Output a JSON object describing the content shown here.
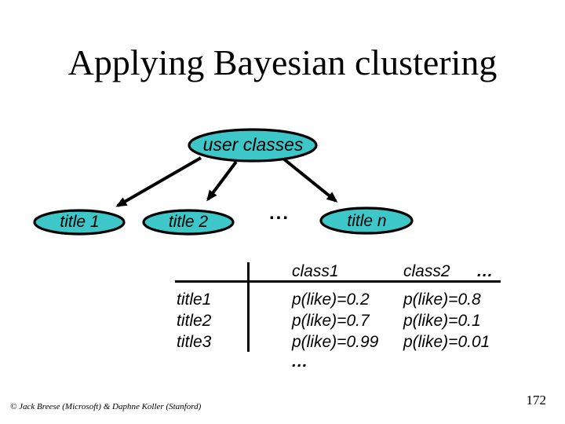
{
  "slide": {
    "title": "Applying Bayesian clustering",
    "footer_credit": "© Jack Breese (Microsoft) & Daphne Koller (Stanford)",
    "page_number": "172"
  },
  "diagram": {
    "node_fill": "#3DC7C9",
    "node_stroke": "#000000",
    "root_label": "user classes",
    "child_labels": [
      "title 1",
      "title 2",
      "title n"
    ],
    "nodes_ellipsis": "...",
    "edges": [
      {
        "from": "user classes",
        "to": "title 1"
      },
      {
        "from": "user classes",
        "to": "title 2"
      },
      {
        "from": "user classes",
        "to": "title n"
      }
    ]
  },
  "table": {
    "col_headers": [
      "class1",
      "class2"
    ],
    "header_ellipsis": "...",
    "row_headers": [
      "title1",
      "title2",
      "title3"
    ],
    "class1_values": [
      "p(like)=0.2",
      "p(like)=0.7",
      "p(like)=0.99"
    ],
    "class2_values": [
      "p(like)=0.8",
      "p(like)=0.1",
      "p(like)=0.01"
    ],
    "bottom_ellipsis": "..."
  }
}
